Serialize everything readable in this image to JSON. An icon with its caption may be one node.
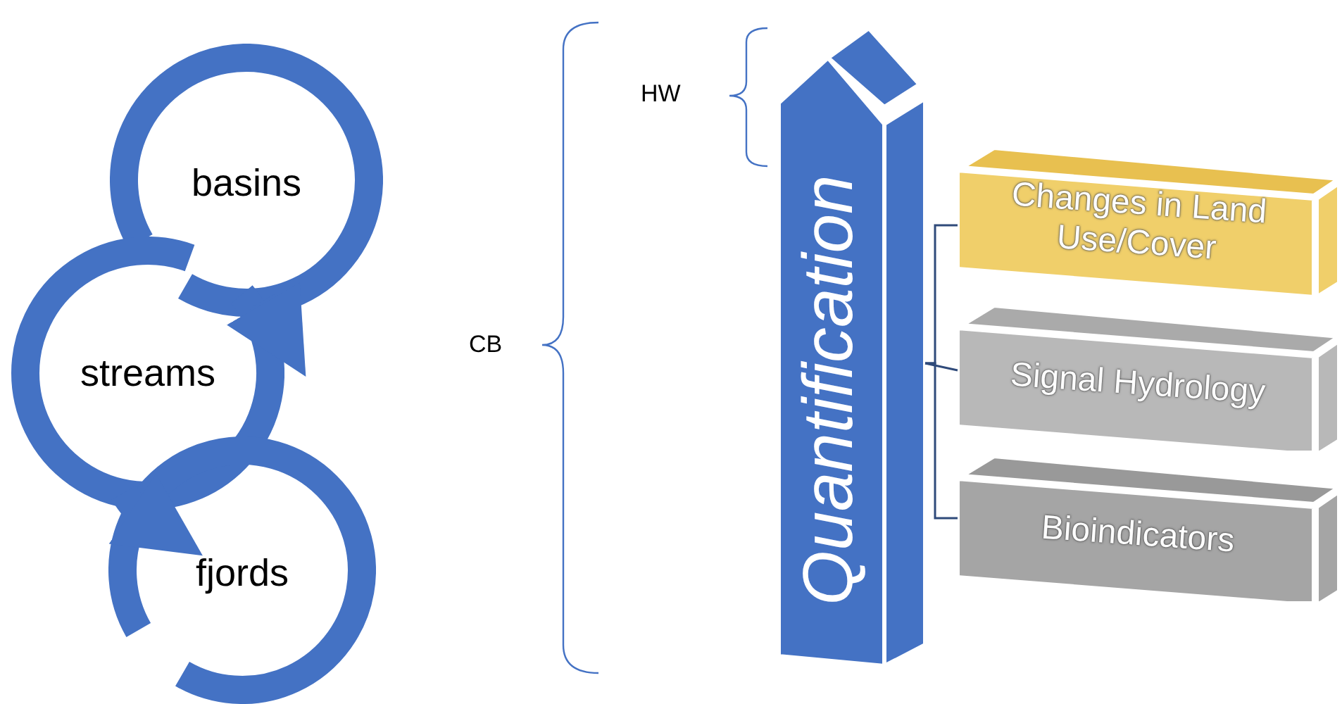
{
  "diagram": {
    "nodes": [
      {
        "text": [
          "basins"
        ]
      },
      {
        "text": [
          "streams"
        ]
      },
      {
        "text": [
          "fjords"
        ]
      },
      {
        "text": [
          "Quantification"
        ]
      },
      {
        "text": [
          "Changes in Land Use/Cover"
        ]
      },
      {
        "text": [
          "Signal Hydrology"
        ]
      },
      {
        "text": [
          "Bioindicators"
        ]
      }
    ],
    "edges": [
      {
        "from": 0,
        "to": 1,
        "arrow": "to",
        "style": "thick"
      },
      {
        "from": 1,
        "to": 2,
        "arrow": "to",
        "style": "thick"
      },
      {
        "from": 3,
        "to": 4,
        "arrow": "none"
      },
      {
        "from": 3,
        "to": 5,
        "arrow": "none"
      },
      {
        "from": 3,
        "to": 6,
        "arrow": "none"
      }
    ],
    "labels": [
      "HW",
      "CB"
    ]
  }
}
